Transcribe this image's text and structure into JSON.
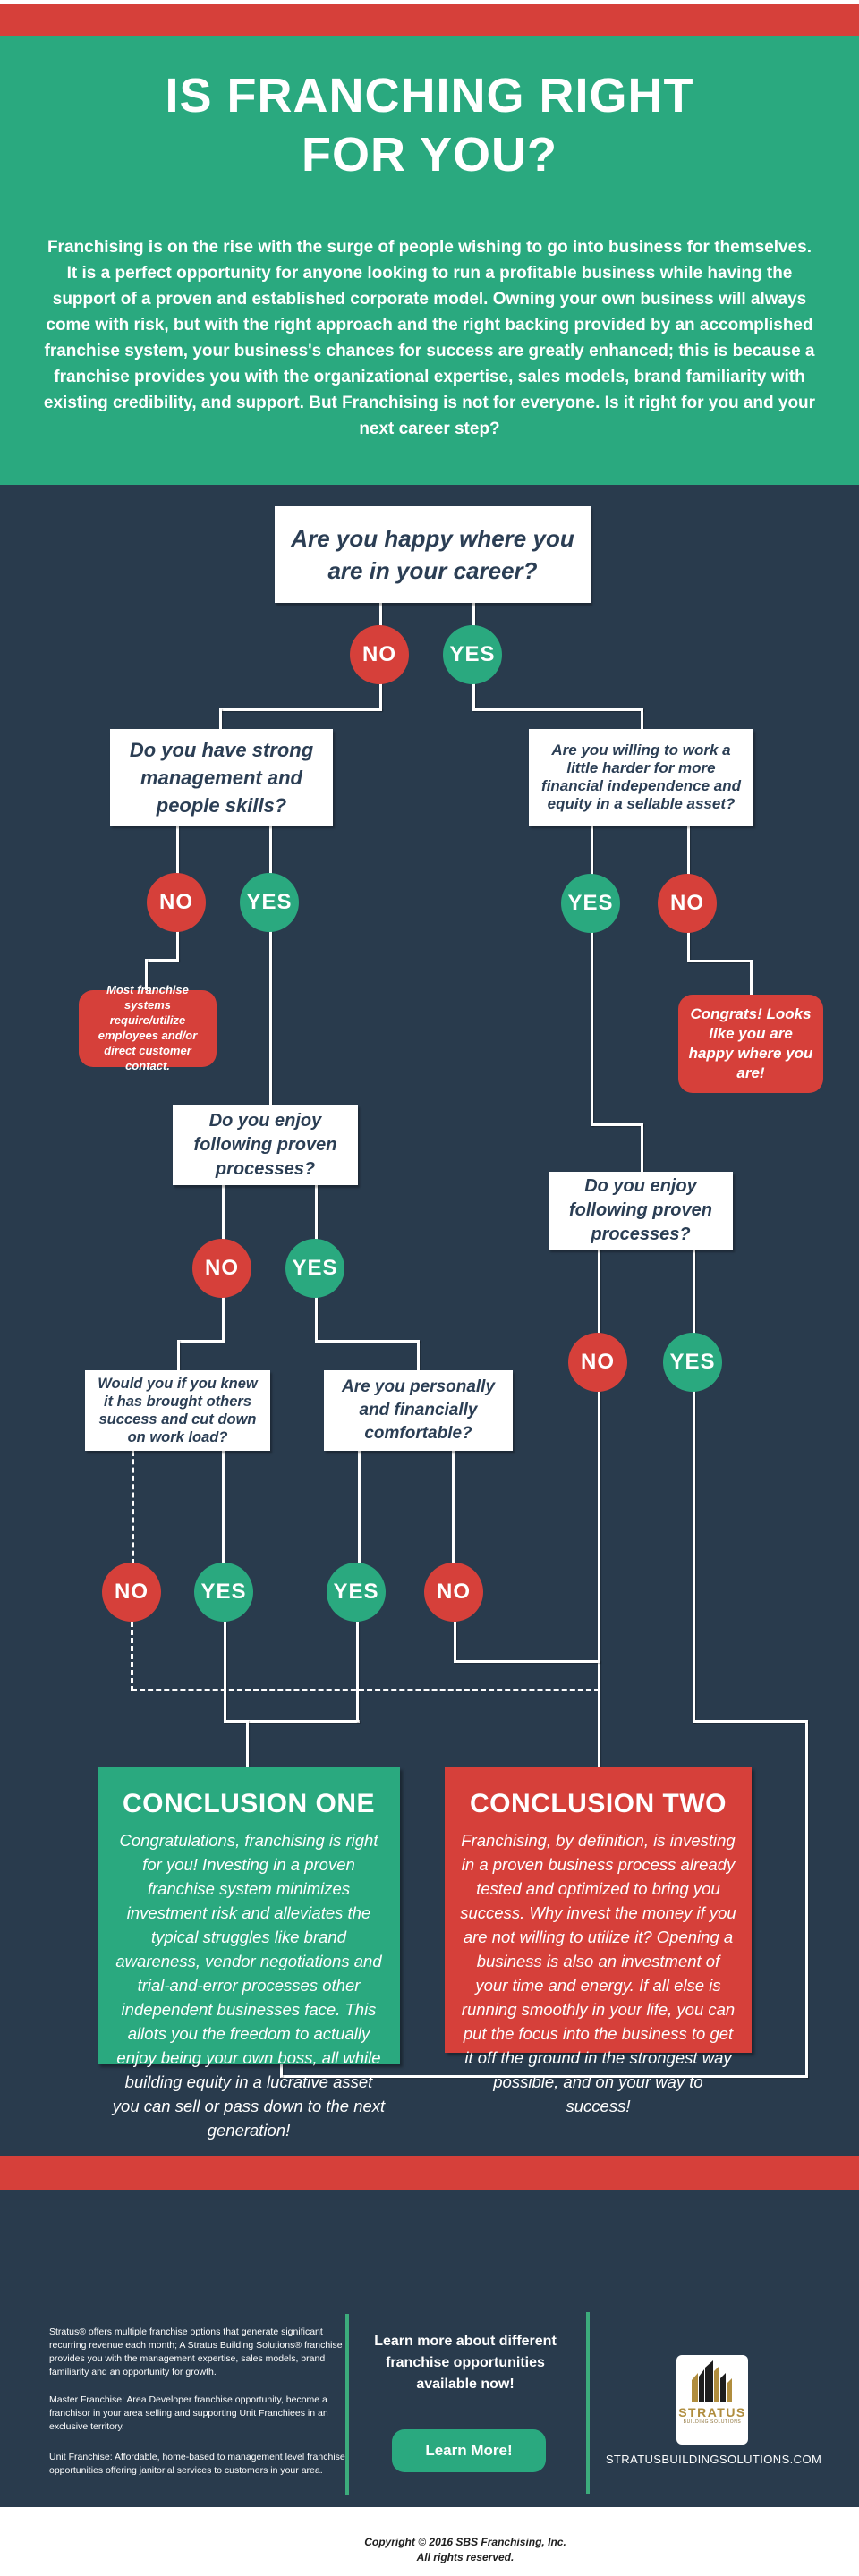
{
  "header": {
    "title": "IS FRANCHING RIGHT FOR YOU?",
    "intro": "Franchising is on the rise with the surge of people wishing to go into business for themselves. It is a perfect opportunity for anyone looking to run a profitable business while having the support of a proven and established corporate model. Owning your own business will always come with risk, but with the right approach and the right backing provided by an accomplished franchise system, your business's chances for success are greatly enhanced; this is because a franchise provides you with the organizational expertise, sales models, brand familiarity with existing credibility, and support. But Franchising is not for everyone. Is it right for you and your next career step?"
  },
  "flow": {
    "labels": {
      "yes": "YES",
      "no": "NO"
    },
    "questions": {
      "career": "Are you happy where you are in your career?",
      "management": "Do you have strong management and people skills?",
      "harder": "Are you willing to work a little harder for more financial independence and equity in a sellable asset?",
      "processes_left": "Do you enjoy following proven processes?",
      "processes_right": "Do you enjoy following proven processes?",
      "would_you": "Would you if you knew it has brought others success and cut down on work load?",
      "comfortable": "Are you personally and financially comfortable?"
    },
    "notes": {
      "most_franchise": "Most franchise systems require/utilize employees and/or direct customer contact.",
      "congrats": "Congrats! Looks like you are happy where you are!"
    },
    "conclusion_one": {
      "title": "CONCLUSION ONE",
      "body": "Congratulations, franchising is right for you! Investing in a proven franchise system minimizes investment risk and alleviates the typical struggles like brand awareness, vendor negotiations and trial-and-error processes other independent businesses face. This allots you the freedom to actually enjoy being your own boss, all while building equity in a lucrative asset you can sell or pass down to the next generation!"
    },
    "conclusion_two": {
      "title": "CONCLUSION TWO",
      "body": "Franchising, by definition, is investing in a proven business process already tested and optimized to bring you success. Why invest the money if you are not willing to utilize it? Opening a business is also an investment of your time and energy. If all else is running smoothly in your life, you can put the focus into the business to get it off the ground in the strongest way possible, and on your way to success!"
    }
  },
  "footer": {
    "col1": {
      "p1": "Stratus® offers multiple franchise options that generate significant recurring revenue each month; A Stratus Building Solutions® franchise provides you with the management expertise, sales models, brand familiarity and an opportunity for growth.",
      "p2": "Master Franchise: Area Developer franchise opportunity, become a franchisor in your area selling and supporting Unit Franchiees in an exclusive territory.",
      "p3": "Unit Franchise: Affordable, home-based to management level franchise opportunities offering janitorial services to customers in your area."
    },
    "cta": {
      "text": "Learn more about different franchise opportunities available now!",
      "button": "Learn More!"
    },
    "brand": {
      "logo_name": "STRATUS",
      "logo_sub": "BUILDING SOLUTIONS",
      "website": "STRATUSBUILDINGSOLUTIONS.COM"
    },
    "copyright_line1": "Copyright © 2016 SBS Franchising, Inc.",
    "copyright_line2": "All rights reserved."
  },
  "colors": {
    "red": "#d6403a",
    "green": "#2aa97f",
    "navy": "#293b4d"
  }
}
